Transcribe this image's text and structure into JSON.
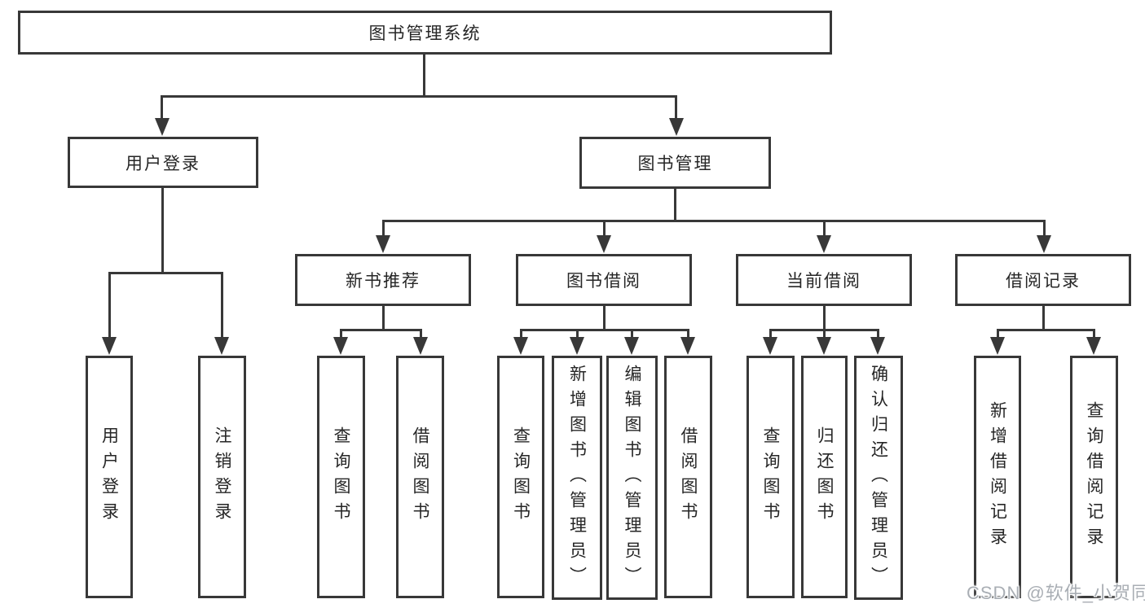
{
  "diagram": {
    "title": "图书管理系统",
    "branches": [
      {
        "label": "用户登录",
        "children": [
          "用户登录",
          "注销登录"
        ]
      },
      {
        "label": "图书管理",
        "sections": [
          {
            "label": "新书推荐",
            "children": [
              "查询图书",
              "借阅图书"
            ]
          },
          {
            "label": "图书借阅",
            "children": [
              "查询图书",
              "新增图书（管理员）",
              "编辑图书（管理员）",
              "借阅图书"
            ]
          },
          {
            "label": "当前借阅",
            "children": [
              "查询图书",
              "归还图书",
              "确认归还（管理员）"
            ]
          },
          {
            "label": "借阅记录",
            "children": [
              "新增借阅记录",
              "查询借阅记录"
            ]
          }
        ]
      }
    ]
  },
  "watermark": {
    "text": "CSDN @软件_小贺同学"
  },
  "colors": {
    "line": "#383838",
    "text": "#262626",
    "watermark": "#a9aeb4",
    "background": "#ffffff"
  }
}
